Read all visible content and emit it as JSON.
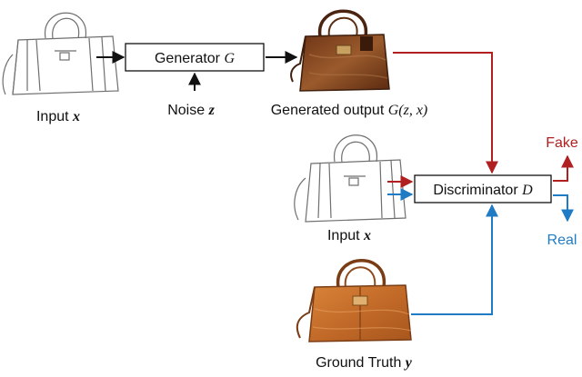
{
  "diagram": {
    "generator": {
      "label": "Generator ",
      "symbol": "G"
    },
    "noise": {
      "label": "Noise ",
      "symbol": "z"
    },
    "input_top": {
      "label": "Input ",
      "symbol": "x"
    },
    "generated": {
      "label": "Generated output ",
      "symbol": "G(z, x)"
    },
    "discriminator": {
      "label": "Discriminator ",
      "symbol": "D"
    },
    "input_mid": {
      "label": "Input ",
      "symbol": "x"
    },
    "ground_truth": {
      "label": "Ground Truth ",
      "symbol": "y"
    },
    "outputs": {
      "fake": "Fake",
      "real": "Real"
    },
    "colors": {
      "fake_path": "#b02020",
      "real_path": "#1f7cc4",
      "arrow": "#111111",
      "generated_bag": "#8a4a22",
      "ground_truth_bag": "#c8722e"
    }
  }
}
